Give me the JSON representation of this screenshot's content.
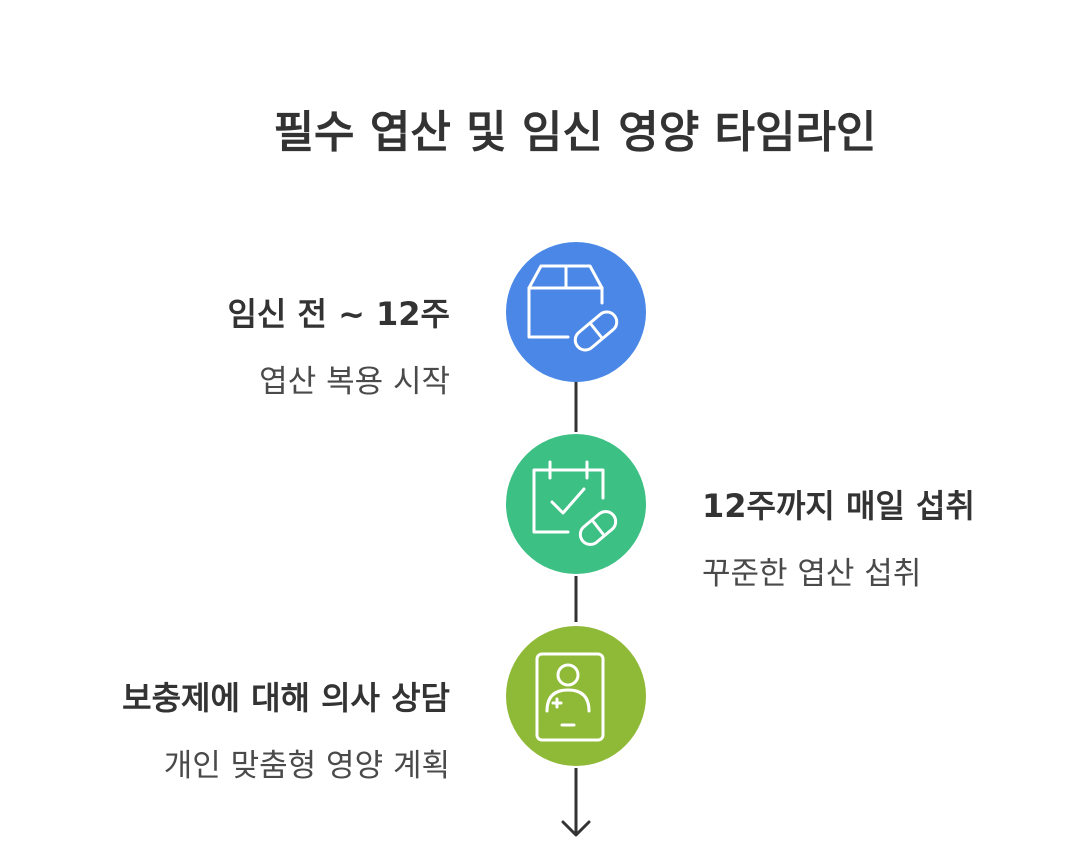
{
  "title": "필수 엽산 및 임신 영양 타임라인",
  "colors": {
    "step1": "#4b87e6",
    "step2": "#3cc083",
    "step3": "#8fba38",
    "line": "#333333",
    "icon_stroke": "#ffffff"
  },
  "steps": [
    {
      "heading": "임신 전 ~ 12주",
      "description": "엽산 복용 시작",
      "icon": "medicine-box-pill-icon",
      "side": "left"
    },
    {
      "heading": "12주까지 매일 섭취",
      "description": "꾸준한 엽산 섭취",
      "icon": "calendar-check-pill-icon",
      "side": "right"
    },
    {
      "heading": "보충제에 대해 의사 상담",
      "description": "개인 맞춤형 영양 계획",
      "icon": "doctor-card-icon",
      "side": "left"
    }
  ]
}
